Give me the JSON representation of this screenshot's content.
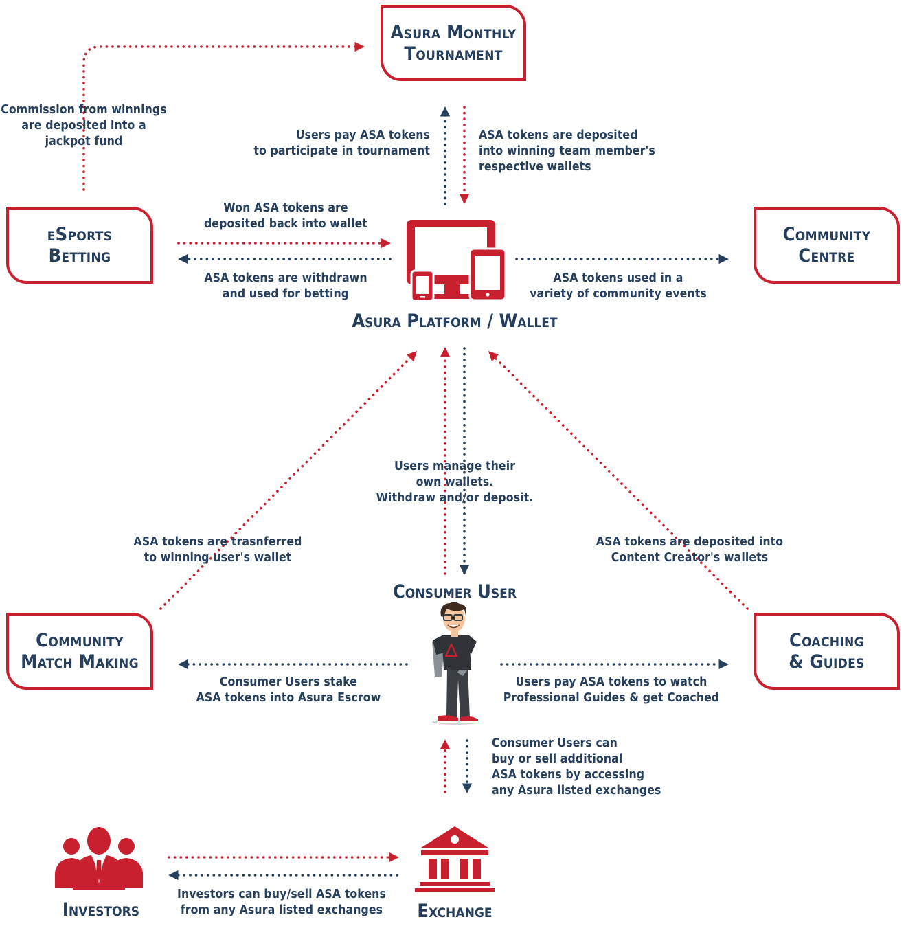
{
  "colors": {
    "red": "#c8202f",
    "navy": "#263f5c"
  },
  "nodes": {
    "tournament": [
      "Asura Monthly",
      "Tournament"
    ],
    "esports": [
      "eSports",
      "Betting"
    ],
    "community_centre": [
      "Community",
      "Centre"
    ],
    "match_making": [
      "Community",
      "Match Making"
    ],
    "coaching": [
      "Coaching",
      "& Guides"
    ]
  },
  "titles": {
    "platform": "Asura Platform / Wallet",
    "consumer": "Consumer User",
    "investors": "Investors",
    "exchange": "Exchange"
  },
  "labels": {
    "commission": [
      "Commission from winnings",
      "are deposited into a",
      "jackpot fund"
    ],
    "users_pay": [
      "Users pay ASA tokens",
      "to participate in tournament"
    ],
    "deposited_winning": [
      "ASA tokens are deposited",
      "into winning team member's",
      "respective wallets"
    ],
    "won_tokens": [
      "Won ASA tokens are",
      "deposited back into wallet"
    ],
    "withdrawn": [
      "ASA tokens are withdrawn",
      "and used for betting"
    ],
    "community_events": [
      "ASA tokens used in a",
      "variety of community events"
    ],
    "manage_wallets": [
      "Users manage their",
      "own wallets.",
      "Withdraw and/or deposit."
    ],
    "transferred": [
      "ASA tokens are trasnferred",
      "to winning user's wallet"
    ],
    "content_creator": [
      "ASA tokens are deposited into",
      "Content Creator's wallets"
    ],
    "stake": [
      "Consumer Users stake",
      "ASA tokens into Asura Escrow"
    ],
    "guides": [
      "Users pay ASA tokens to watch",
      "Professional Guides & get Coached"
    ],
    "buy_sell": [
      "Consumer Users can",
      "buy or sell additional",
      "ASA tokens by accessing",
      "any Asura listed exchanges"
    ],
    "investors_buy": [
      "Investors can buy/sell ASA tokens",
      "from any Asura listed exchanges"
    ]
  },
  "icons": [
    "devices-icon",
    "consumer-user-character",
    "investors-icon",
    "exchange-bank-icon"
  ]
}
